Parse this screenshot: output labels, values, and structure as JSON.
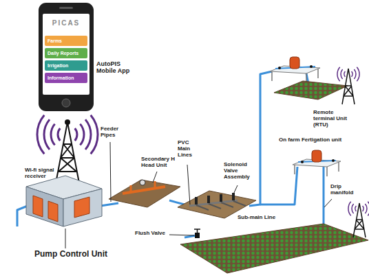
{
  "diagram": {
    "nodes": [
      {
        "text": [
          "PICAS"
        ]
      },
      {
        "text": [
          "Farms"
        ],
        "in": 0
      },
      {
        "text": [
          "Daily Reports"
        ],
        "in": 0
      },
      {
        "text": [
          "Irrigation"
        ],
        "in": 0
      },
      {
        "text": [
          "Information"
        ],
        "in": 0
      }
    ],
    "labels": [
      "AutoPIS Mobile App",
      "Wi-fi signal receiver",
      "Feeder Pipes",
      "Secondary H Head Unit",
      "PVC Main Lines",
      "Solenoid Valve Assembly",
      "Remote terminal Unit (RTU)",
      "On farm Fertigation unit",
      "Drip manifold",
      "Sub-main Line",
      "Flush Valve",
      "Pump Control Unit"
    ]
  }
}
